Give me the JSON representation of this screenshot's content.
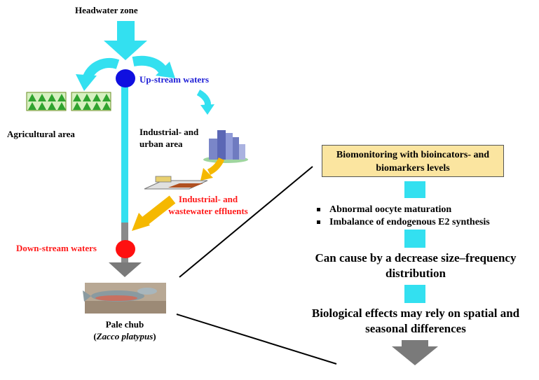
{
  "labels": {
    "headwater": "Headwater zone",
    "upstream": "Up-stream waters",
    "agricultural": "Agricultural area",
    "industrial_urban": "Industrial- and urban area",
    "effluents": "Industrial- and wastewater effluents",
    "downstream": "Down-stream waters",
    "species_common": "Pale chub",
    "species_latin": "Zacco platypus"
  },
  "biomonitoring": {
    "box_text": "Biomonitoring with bioincators- and biomarkers levels",
    "bullets": [
      "Abnormal oocyte maturation",
      "Imbalance of endogenous E2 synthesis"
    ],
    "effect1": "Can cause by a decrease size–frequency distribution",
    "effect2": "Biological effects may rely on spatial and seasonal differences"
  },
  "colors": {
    "river": "#33e0f0",
    "upstream_dot": "#1010e0",
    "downstream_dot": "#ff1010",
    "effluent_arrow": "#f5b800",
    "box_fill": "#fbe5a0",
    "gray_arrow": "#808080",
    "upstream_text": "#1f1fd6",
    "effluent_text": "#ff1a1a"
  }
}
